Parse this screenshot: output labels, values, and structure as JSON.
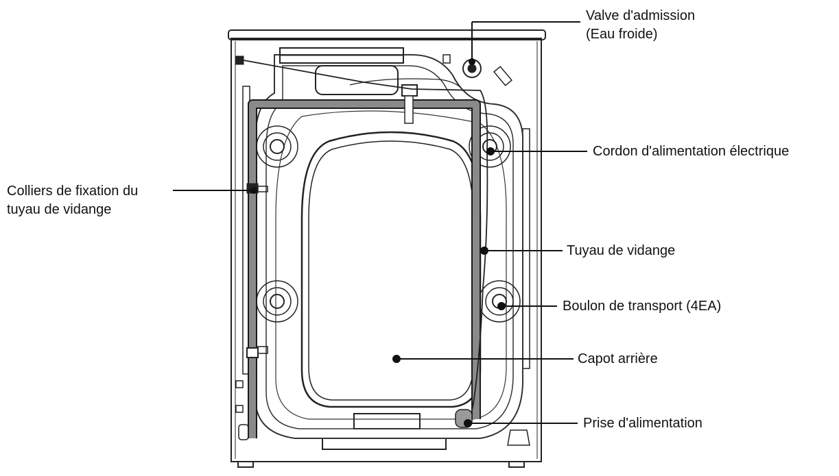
{
  "labels": {
    "inlet_valve": [
      "Valve d'admission",
      "(Eau froide)"
    ],
    "power_cord": [
      "Cordon d'alimentation électrique"
    ],
    "drain_hose_clamps": [
      "Colliers de fixation du",
      "tuyau de vidange"
    ],
    "drain_hose": [
      "Tuyau de vidange"
    ],
    "transit_bolts": [
      "Boulon de transport (4EA)"
    ],
    "rear_cover": [
      "Capot arrière"
    ],
    "power_plug": [
      "Prise d'alimentation"
    ]
  },
  "colors": {
    "line": "#111111",
    "hose": "#8a8a8a",
    "background": "#ffffff"
  }
}
